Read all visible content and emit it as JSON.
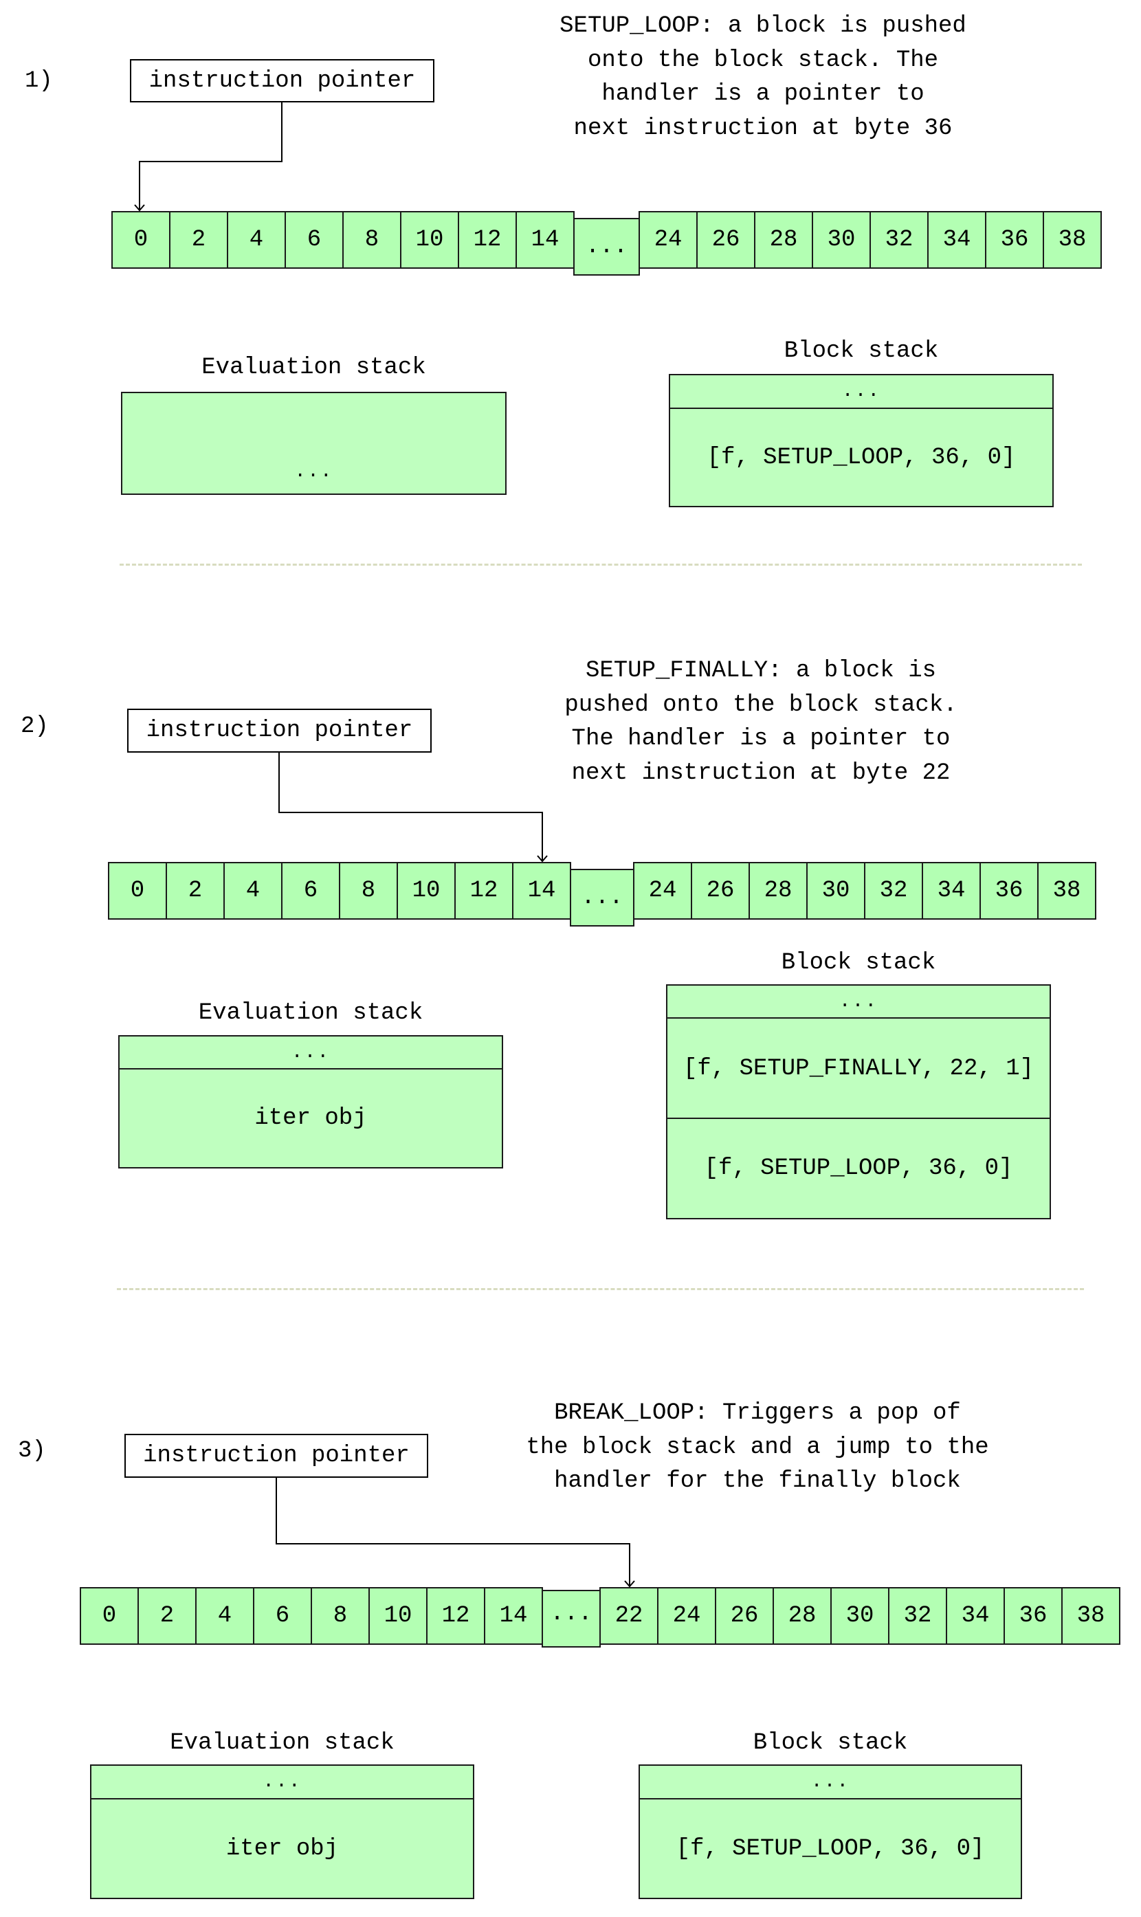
{
  "colors": {
    "cell_fill": "#b3ffb3",
    "stack_fill": "#bfffbf",
    "separator": "#d8dcc0",
    "stroke": "#000000"
  },
  "sections": [
    {
      "step": "1)",
      "pointer_label": "instruction pointer",
      "caption": [
        "SETUP_LOOP: a block is pushed",
        "onto the block stack.  The",
        "handler is a pointer to",
        "next instruction at byte 36"
      ],
      "pointer_target": "0",
      "cells_left": [
        "0",
        "2",
        "4",
        "6",
        "8",
        "10",
        "12",
        "14"
      ],
      "ellipsis": "...",
      "cells_right": [
        "24",
        "26",
        "28",
        "30",
        "32",
        "34",
        "36",
        "38"
      ],
      "evaluation_stack": {
        "label": "Evaluation stack",
        "items": [
          "..."
        ]
      },
      "block_stack": {
        "label": "Block stack",
        "items": [
          "...",
          "[f, SETUP_LOOP, 36, 0]"
        ]
      }
    },
    {
      "step": "2)",
      "pointer_label": "instruction pointer",
      "caption": [
        "SETUP_FINALLY: a block is",
        "pushed onto the block stack.",
        "The handler is a pointer to",
        "next instruction at byte 22"
      ],
      "pointer_target": "14",
      "cells_left": [
        "0",
        "2",
        "4",
        "6",
        "8",
        "10",
        "12",
        "14"
      ],
      "ellipsis": "...",
      "cells_right": [
        "24",
        "26",
        "28",
        "30",
        "32",
        "34",
        "36",
        "38"
      ],
      "evaluation_stack": {
        "label": "Evaluation stack",
        "items": [
          "...",
          "iter obj"
        ]
      },
      "block_stack": {
        "label": "Block stack",
        "items": [
          "...",
          "[f, SETUP_FINALLY, 22, 1]",
          "[f, SETUP_LOOP, 36, 0]"
        ]
      }
    },
    {
      "step": "3)",
      "pointer_label": "instruction pointer",
      "caption": [
        "BREAK_LOOP: Triggers a pop of",
        "the block stack and a jump to the",
        "handler for the finally block"
      ],
      "pointer_target": "22",
      "cells_left": [
        "0",
        "2",
        "4",
        "6",
        "8",
        "10",
        "12",
        "14"
      ],
      "ellipsis": "···",
      "cells_right": [
        "22",
        "24",
        "26",
        "28",
        "30",
        "32",
        "34",
        "36",
        "38"
      ],
      "evaluation_stack": {
        "label": "Evaluation stack",
        "items": [
          "...",
          "iter obj"
        ]
      },
      "block_stack": {
        "label": "Block stack",
        "items": [
          "...",
          "[f, SETUP_LOOP, 36, 0]"
        ]
      }
    }
  ]
}
